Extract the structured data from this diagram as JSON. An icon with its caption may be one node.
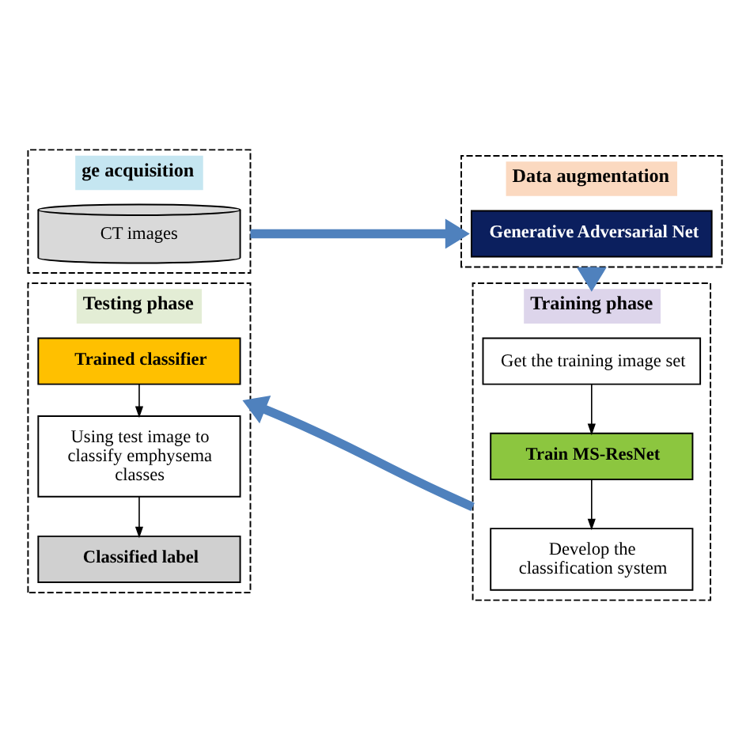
{
  "diagram": {
    "nodes": [
      {
        "text": [
          "ge acquisition"
        ]
      },
      {
        "text": [
          "CT images"
        ],
        "in": 0
      },
      {
        "text": [
          "Data augmentation"
        ]
      },
      {
        "text": [
          "Generative Adversarial Net"
        ],
        "in": 2
      },
      {
        "text": [
          "Training phase"
        ]
      },
      {
        "text": [
          "Get the training image set"
        ],
        "in": 4
      },
      {
        "text": [
          "Train MS-ResNet"
        ],
        "in": 4
      },
      {
        "text": [
          "Develop the classification system"
        ],
        "in": 4
      },
      {
        "text": [
          "Testing phase"
        ]
      },
      {
        "text": [
          "Trained classifier"
        ],
        "in": 8
      },
      {
        "text": [
          "Using test image to classify emphysema classes"
        ],
        "in": 8
      },
      {
        "text": [
          "Classified label"
        ],
        "in": 8
      }
    ],
    "edges": [
      {
        "from": 0,
        "to": 2,
        "arrow": "to",
        "style": "thick",
        "color": "#4f81bd"
      },
      {
        "from": 2,
        "to": 4,
        "arrow": "to",
        "style": "thick",
        "color": "#4f81bd"
      },
      {
        "from": 4,
        "to": 8,
        "arrow": "to",
        "style": "thick",
        "color": "#4f81bd"
      },
      {
        "from": 5,
        "to": 6,
        "arrow": "to"
      },
      {
        "from": 6,
        "to": 7,
        "arrow": "to"
      },
      {
        "from": 9,
        "to": 10,
        "arrow": "to"
      },
      {
        "from": 10,
        "to": 11,
        "arrow": "to"
      }
    ]
  }
}
